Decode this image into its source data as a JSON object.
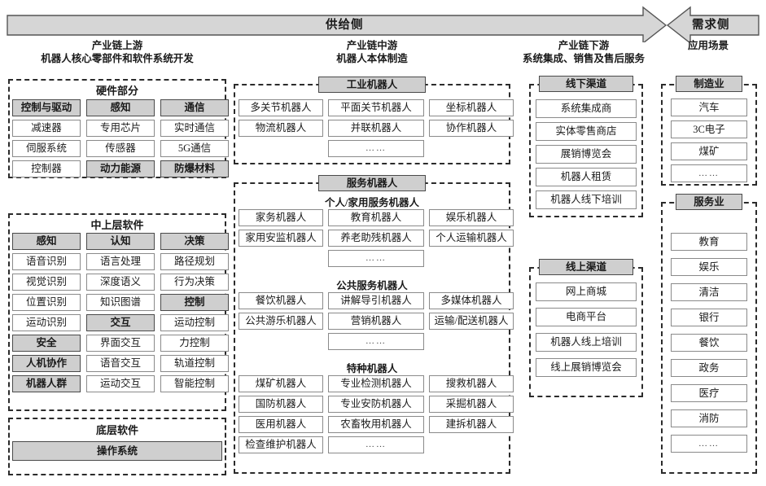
{
  "header": {
    "supply_label": "供给侧",
    "demand_label": "需求侧",
    "supply_arrow_icon": "right-arrow-icon",
    "demand_arrow_icon": "left-arrow-icon"
  },
  "columns": {
    "upstream": {
      "caption_line1": "产业链上游",
      "caption_line2": "机器人核心零部件和软件系统开发",
      "hardware": {
        "title": "硬件部分",
        "rows": [
          [
            {
              "t": "控制与驱动",
              "s": true
            },
            {
              "t": "感知",
              "s": true
            },
            {
              "t": "通信",
              "s": true
            }
          ],
          [
            {
              "t": "减速器",
              "s": false
            },
            {
              "t": "专用芯片",
              "s": false
            },
            {
              "t": "实时通信",
              "s": false
            }
          ],
          [
            {
              "t": "伺服系统",
              "s": false
            },
            {
              "t": "传感器",
              "s": false
            },
            {
              "t": "5G通信",
              "s": false
            }
          ],
          [
            {
              "t": "控制器",
              "s": false
            },
            {
              "t": "动力能源",
              "s": true
            },
            {
              "t": "防爆材料",
              "s": true
            }
          ]
        ]
      },
      "midsoft": {
        "title": "中上层软件",
        "rows": [
          [
            {
              "t": "感知",
              "s": true
            },
            {
              "t": "认知",
              "s": true
            },
            {
              "t": "决策",
              "s": true
            }
          ],
          [
            {
              "t": "语音识别",
              "s": false
            },
            {
              "t": "语言处理",
              "s": false
            },
            {
              "t": "路径规划",
              "s": false
            }
          ],
          [
            {
              "t": "视觉识别",
              "s": false
            },
            {
              "t": "深度语义",
              "s": false
            },
            {
              "t": "行为决策",
              "s": false
            }
          ],
          [
            {
              "t": "位置识别",
              "s": false
            },
            {
              "t": "知识图谱",
              "s": false
            },
            {
              "t": "控制",
              "s": true
            }
          ],
          [
            {
              "t": "运动识别",
              "s": false
            },
            {
              "t": "交互",
              "s": true
            },
            {
              "t": "运动控制",
              "s": false
            }
          ],
          [
            {
              "t": "安全",
              "s": true
            },
            {
              "t": "界面交互",
              "s": false
            },
            {
              "t": "力控制",
              "s": false
            }
          ],
          [
            {
              "t": "人机协作",
              "s": true
            },
            {
              "t": "语音交互",
              "s": false
            },
            {
              "t": "轨道控制",
              "s": false
            }
          ],
          [
            {
              "t": "机器人群",
              "s": true
            },
            {
              "t": "运动交互",
              "s": false
            },
            {
              "t": "智能控制",
              "s": false
            }
          ]
        ]
      },
      "lowsoft": {
        "title": "底层软件",
        "item": "操作系统"
      }
    },
    "midstream": {
      "caption_line1": "产业链中游",
      "caption_line2": "机器人本体制造",
      "industrial": {
        "title": "工业机器人",
        "rows": [
          [
            "多关节机器人",
            "平面关节机器人",
            "坐标机器人"
          ],
          [
            "物流机器人",
            "并联机器人",
            "协作机器人"
          ]
        ],
        "dots": "……"
      },
      "service": {
        "title": "服务机器人",
        "groups": [
          {
            "subtitle": "个人/家用服务机器人",
            "rows": [
              [
                "家务机器人",
                "教育机器人",
                "娱乐机器人"
              ],
              [
                "家用安监机器人",
                "养老助残机器人",
                "个人运输机器人"
              ]
            ],
            "dots": "……"
          },
          {
            "subtitle": "公共服务机器人",
            "rows": [
              [
                "餐饮机器人",
                "讲解导引机器人",
                "多媒体机器人"
              ],
              [
                "公共游乐机器人",
                "营销机器人",
                "运输/配送机器人"
              ]
            ],
            "dots": "……"
          },
          {
            "subtitle": "特种机器人",
            "rows": [
              [
                "煤矿机器人",
                "专业检测机器人",
                "搜救机器人"
              ],
              [
                "国防机器人",
                "专业安防机器人",
                "采掘机器人"
              ],
              [
                "医用机器人",
                "农畜牧用机器人",
                "建拆机器人"
              ]
            ],
            "last_row_item": "检查维护机器人",
            "dots": "……"
          }
        ]
      }
    },
    "downstream": {
      "caption_line1": "产业链下游",
      "caption_line2": "系统集成、销售及售后服务",
      "offline": {
        "title": "线下渠道",
        "items": [
          "系统集成商",
          "实体零售商店",
          "展销博览会",
          "机器人租赁",
          "机器人线下培训"
        ]
      },
      "online": {
        "title": "线上渠道",
        "items": [
          "网上商城",
          "电商平台",
          "机器人线上培训",
          "线上展销博览会"
        ]
      }
    },
    "application": {
      "caption_line1": "应用场景",
      "manufacturing": {
        "title": "制造业",
        "items": [
          "汽车",
          "3C电子",
          "煤矿",
          "……"
        ]
      },
      "services": {
        "title": "服务业",
        "items": [
          "教育",
          "娱乐",
          "清洁",
          "银行",
          "餐饮",
          "政务",
          "医疗",
          "消防",
          "……"
        ]
      }
    }
  },
  "colors": {
    "shaded_fill": "#cfcfcf",
    "cell_border": "#8a8a8a",
    "dashed_border": "#2b2b2b",
    "arrow_fill": "#d6d6d6"
  }
}
